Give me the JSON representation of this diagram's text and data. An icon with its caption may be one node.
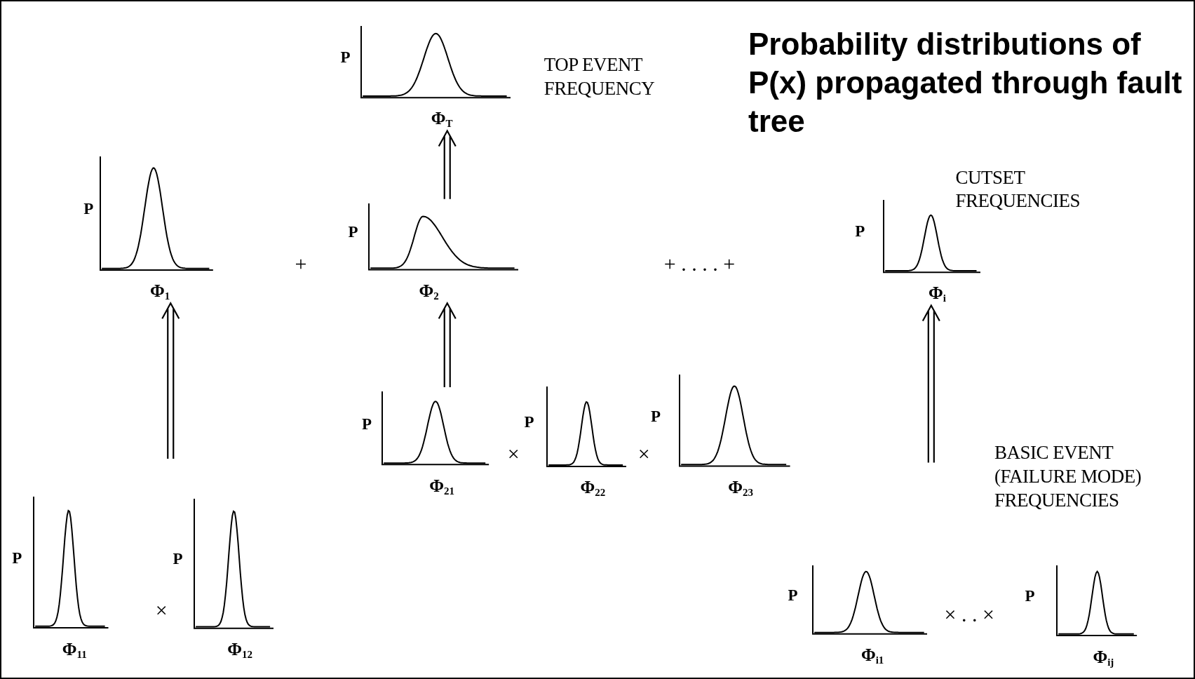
{
  "diagram": {
    "title": "Probability distributions of P(x) propagated through fault tree",
    "nodes": [
      {
        "text": [
          "P",
          "Φ$_{T}$"
        ],
        "beside": [
          "TOP EVENT FREQUENCY"
        ]
      },
      {
        "text": [
          "P",
          "Φ$_{1}$"
        ]
      },
      {
        "text": [
          "P",
          "Φ$_{2}$"
        ]
      },
      {
        "text": [
          "P",
          "Φ$_{i}$"
        ],
        "beside": [
          "CUTSET FREQUENCIES"
        ]
      },
      {
        "text": [
          "P",
          "Φ$_{11}$"
        ]
      },
      {
        "text": [
          "P",
          "Φ$_{12}$"
        ]
      },
      {
        "text": [
          "P",
          "Φ$_{21}$"
        ]
      },
      {
        "text": [
          "P",
          "Φ$_{22}$"
        ]
      },
      {
        "text": [
          "P",
          "Φ$_{23}$"
        ]
      },
      {
        "text": [
          "P",
          "Φ$_{i1}$"
        ]
      },
      {
        "text": [
          "P",
          "Φ$_{ij}$"
        ]
      }
    ],
    "edges": [
      {
        "from": 2,
        "to": 0,
        "arrow": "to"
      },
      {
        "from": null,
        "to": 1,
        "arrow": "to"
      },
      {
        "from": 6,
        "to": 2,
        "arrow": "to"
      },
      {
        "from": null,
        "to": 3,
        "arrow": "to"
      }
    ],
    "labels": [
      "+",
      "+ . . . . +",
      "×",
      "×",
      "BASIC EVENT (FAILURE MODE) FREQUENCIES",
      "×",
      "× . . ×"
    ]
  }
}
